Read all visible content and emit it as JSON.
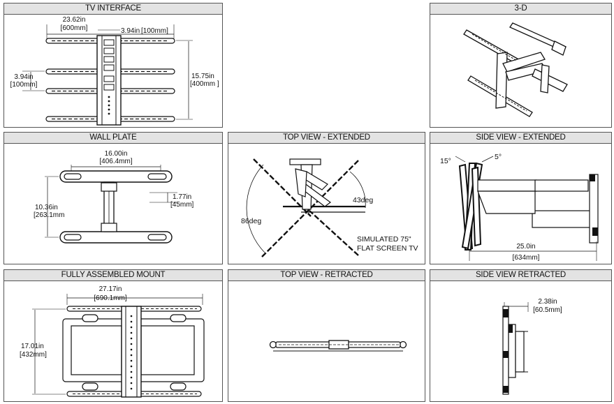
{
  "panels": {
    "tv_interface": {
      "title": "TV INTERFACE",
      "dims": {
        "width_in": "23.62in",
        "width_mm": "[600mm]",
        "spacing_in": "3.94in",
        "spacing_mm": "[100mm]",
        "left_in": "3.94in",
        "left_mm": "[100mm]",
        "height_in": "15.75in",
        "height_mm": "[400mm ]"
      }
    },
    "three_d": {
      "title": "3-D"
    },
    "wall_plate": {
      "title": "WALL PLATE",
      "dims": {
        "width_in": "16.00in",
        "width_mm": "[406.4mm]",
        "height_in": "10.36in",
        "height_mm": "[263.1mm",
        "slot_in": "1.77in",
        "slot_mm": "[45mm]"
      }
    },
    "top_extended": {
      "title": "TOP VIEW - EXTENDED",
      "angle_left": "86deg",
      "angle_right": "43deg",
      "note_line1": "SIMULATED 75\"",
      "note_line2": "FLAT SCREEN TV"
    },
    "side_extended": {
      "title": "SIDE VIEW - EXTENDED",
      "tilt_down": "15°",
      "tilt_up": "5°",
      "depth_in": "25.0in",
      "depth_mm": "[634mm]"
    },
    "fully_assembled": {
      "title": "FULLY ASSEMBLED MOUNT",
      "dims": {
        "width_in": "27.17in",
        "width_mm": "[690.1mm]",
        "height_in": "17.01in",
        "height_mm": "[432mm]"
      }
    },
    "top_retracted": {
      "title": "TOP VIEW - RETRACTED"
    },
    "side_retracted": {
      "title": "SIDE VIEW RETRACTED",
      "depth_in": "2.38in",
      "depth_mm": "[60.5mm]"
    }
  }
}
